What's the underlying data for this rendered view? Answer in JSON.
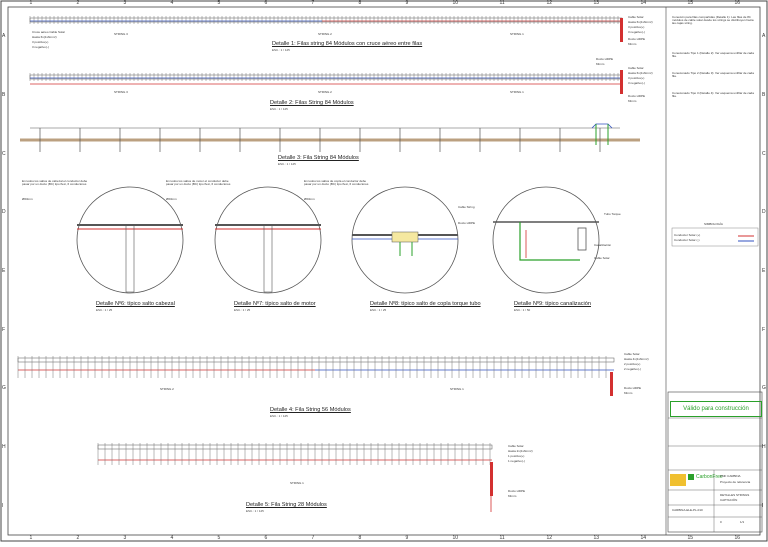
{
  "grid": {
    "columns": [
      "1",
      "2",
      "3",
      "4",
      "5",
      "6",
      "7",
      "8",
      "9",
      "10",
      "11",
      "12",
      "13",
      "14",
      "15",
      "16"
    ],
    "rows": [
      "A",
      "B",
      "C",
      "D",
      "E",
      "F",
      "G",
      "H",
      "I"
    ]
  },
  "details": [
    {
      "title": "Detalle 1: Filas string 84 Módulos con cruce aéreo entre filas",
      "scale": "ESC.: 1 / 125"
    },
    {
      "title": "Detalle 2: Filas String 84 Módulos",
      "scale": "ESC.: 1 / 125"
    },
    {
      "title": "Detalle 3: Fila String 84 Módulos",
      "scale": "ESC.: 1 / 125"
    },
    {
      "title": "Detalle Nº6: típico salto cabezal",
      "scale": "ESC.: 1 / 25"
    },
    {
      "title": "Detalle Nº7: típico salto de motor",
      "scale": "ESC.: 1 / 25"
    },
    {
      "title": "Detalle Nº8: típico salto de copla torque tubo",
      "scale": "ESC.: 1 / 25"
    },
    {
      "title": "Detalle Nº9: típico canalización",
      "scale": "ESC.: 1 / 50"
    },
    {
      "title": "Detalle 4: Fila String 56 Módulos",
      "scale": "ESC.: 1 / 125"
    },
    {
      "title": "Detalle 5:  Fila String 28 Módulos",
      "scale": "ESC.: 1 / 125"
    }
  ],
  "labels": {
    "string1": "STRING 1",
    "string2": "STRING 2",
    "string3": "STRING 3",
    "cruce": "Cruce aéreo Cable Solar",
    "hasta": "Hasta 6x(1x6mm²)",
    "positivo3": "3 positivo(+)",
    "negativo3": "3 negativo(-)",
    "positivo2": "2 positivo(+)",
    "negativo2": "2 negativo(-)",
    "positivo1": "1 positivo(+)",
    "negativo1": "1 negativo(-)",
    "cable_solar": "Cable Solar",
    "hasta4": "Hasta 4x(1x6mm²)",
    "hasta2": "Hasta 2x(1x6mm²)",
    "ducto": "Ducto HDPE",
    "ducto_size": "63mm",
    "circle_note_1": "En todos los saltos de cabezal el conductor debe pasar por un ducto (BC) tipo flexi, 6 conductores",
    "circle_note_2": "En todos los saltos de motor el conductor debe pasar por un ducto (BC) tipo flexi, 6 conductores",
    "circle_note_3": "En todos los saltos de copla el conductor debe pasar por un ducto (BC) tipo flexi, 6 conductores",
    "diam": "Ø63mm",
    "c9_a": "Cable String",
    "c9_b": "Ducto HDPE",
    "c9_c": "Tubo Torque",
    "c9_d": "Canalización",
    "c9_e": "Cable Solar"
  },
  "notes": [
    "Conexión para filas compartidas (Detalle 1): Las filas de 84 módulos de cable solar desde los strings se distribuyen hacia las cajas string.",
    "Conexionado Tipo 1 (Detalle 2): Ver esquema unifilar de cada fila.",
    "Conexionado Tipo 2 (Detalle 3): Ver esquema unifilar de cada fila.",
    "Conexionado Tipo 3 (Detalle 4): Ver esquema unifilar de cada fila."
  ],
  "legend": {
    "title": "SIMBOLOGÍA",
    "pos": "Conductor Solar (+)",
    "neg": "Conductor Solar (-)"
  },
  "titleblock": {
    "valid": "Válido para construcción",
    "company": "CarbonFree",
    "project": "PMF CARBINA",
    "subtitle": "Proyecto de referencia",
    "drawing_title": "DETALLES STRINGS",
    "drawing_sub": "CAPTACIÓN",
    "code": "CARBINA-ELE-PL-010",
    "rev": "0",
    "sheet": "1/1"
  },
  "colors": {
    "positive": "#d33030",
    "negative": "#3050c0",
    "grid": "#2aa02a",
    "structure": "#555555"
  }
}
